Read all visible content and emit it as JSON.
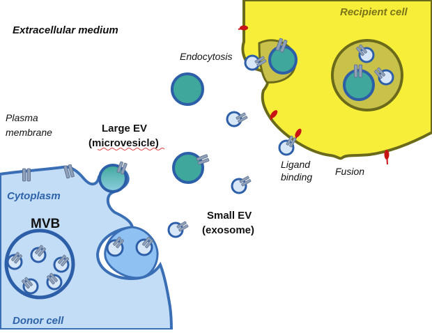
{
  "labels": {
    "extracellular": "Extracellular medium",
    "recipient": "Recipient cell",
    "endocytosis": "Endocytosis",
    "plasma_line1": "Plasma",
    "plasma_line2": "membrane",
    "large_ev_line1": "Large EV",
    "large_ev_line2": "(microvesicle)",
    "cytoplasm": "Cytoplasm",
    "mvb": "MVB",
    "small_ev_line1": "Small EV",
    "small_ev_line2": "(exosome)",
    "ligand_line1": "Ligand",
    "ligand_line2": "binding",
    "fusion": "Fusion",
    "donor": "Donor cell"
  },
  "colors": {
    "donor_fill": "#c3ddf7",
    "donor_stroke": "#3a6fb5",
    "recipient_fill": "#f7ee3a",
    "recipient_stroke": "#6b6a1a",
    "endosome_fill": "#c9c24a",
    "ev_fill": "#3fa79b",
    "ev_stroke": "#2d5ea8",
    "small_ev_fill": "#d7e7f8",
    "receptor": "#8fa0b8",
    "ligand": "#c81414",
    "cell_label_blue": "#2f63a8",
    "cell_label_olive": "#7a7418"
  }
}
